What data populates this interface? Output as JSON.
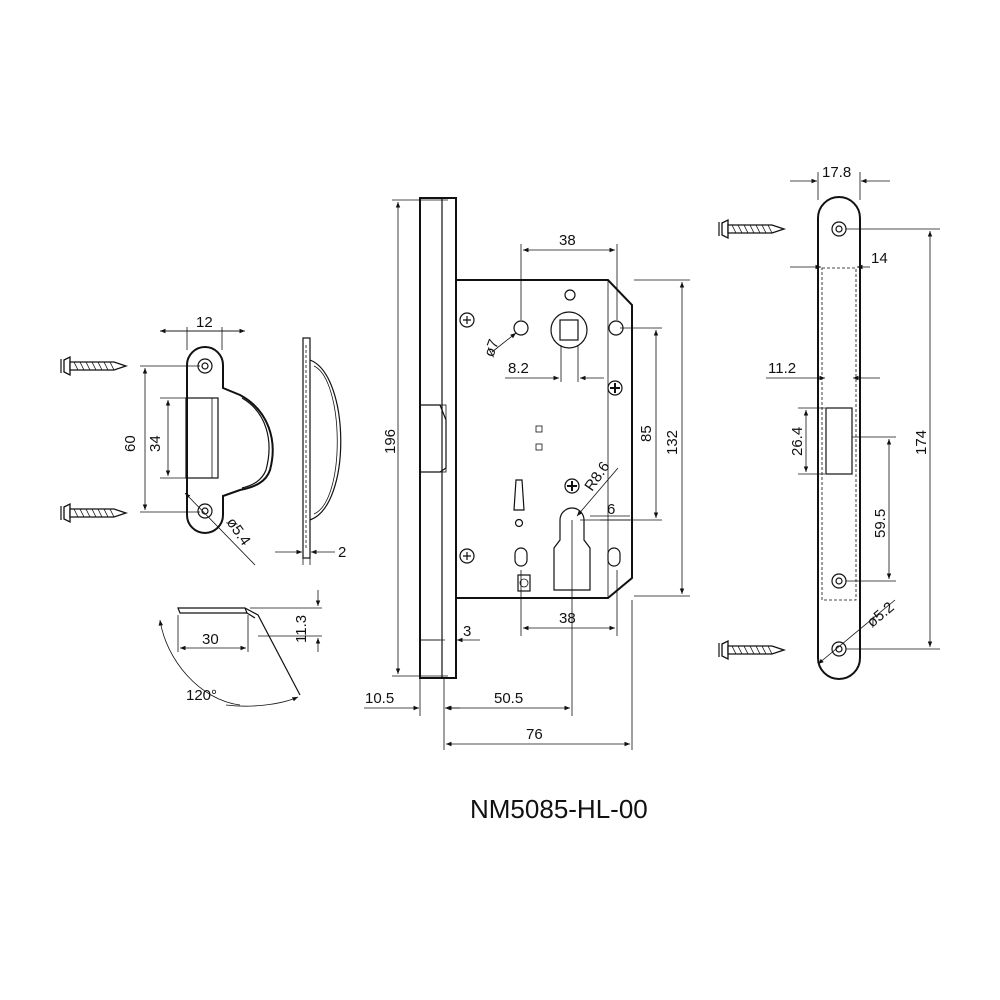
{
  "title": "NM5085-HL-00",
  "strike_plate": {
    "dims": {
      "width": "12",
      "screw_pitch": "60",
      "opening": "34",
      "hole": "ø5.4",
      "thickness": "2"
    },
    "latch": {
      "length": "30",
      "height": "11.3",
      "angle": "120°"
    }
  },
  "lock_body": {
    "dims": {
      "height": "196",
      "follower_to_cylinder": "85",
      "case_height": "132",
      "spindle_spacing": "38",
      "spindle_hole": "ø7",
      "spindle_offset": "8.2",
      "cyl_radius": "R8.6",
      "cyl_offset": "6",
      "cyl_width": "38",
      "faceplate_thickness": "3",
      "faceplate_offset": "10.5",
      "backset": "50.5",
      "case_depth": "76"
    }
  },
  "faceplate": {
    "dims": {
      "width": "17.8",
      "inner_width": "14",
      "slot_width": "11.2",
      "slot_height": "26.4",
      "slot_to_hole": "59.5",
      "length": "174",
      "hole": "ø5.2"
    }
  }
}
